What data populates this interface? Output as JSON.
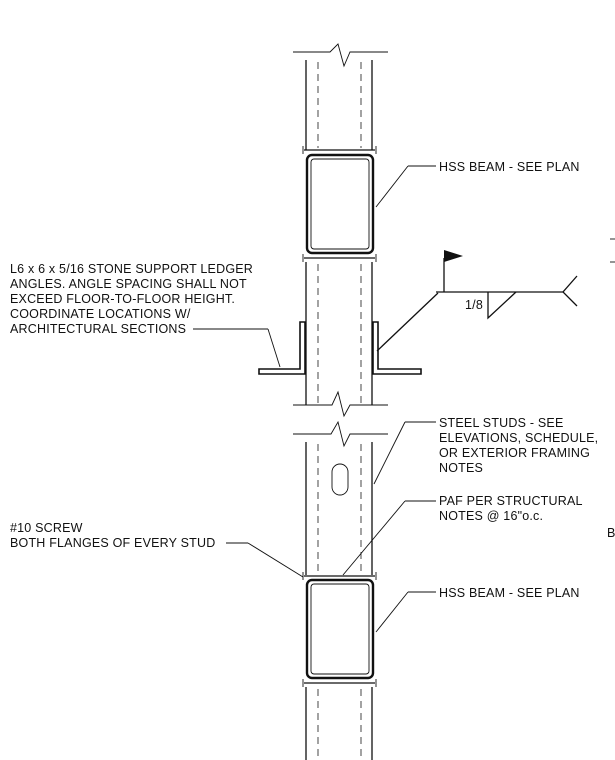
{
  "notes": {
    "hss_beam_top": "HSS BEAM - SEE PLAN",
    "ledger": [
      "L6 x 6 x 5/16 STONE SUPPORT LEDGER",
      "ANGLES.  ANGLE SPACING SHALL NOT",
      "EXCEED FLOOR-TO-FLOOR HEIGHT.",
      "COORDINATE LOCATIONS W/",
      "ARCHITECTURAL SECTIONS"
    ],
    "weld_size": "1/8",
    "steel_studs": [
      "STEEL STUDS - SEE",
      "ELEVATIONS, SCHEDULE,",
      "OR EXTERIOR FRAMING",
      "NOTES"
    ],
    "paf": [
      "PAF PER STRUCTURAL",
      "NOTES @ 16\"o.c."
    ],
    "screw": [
      "#10 SCREW",
      "BOTH FLANGES OF EVERY STUD"
    ],
    "hss_beam_bottom": "HSS BEAM - SEE PLAN",
    "edge_fragment": "B"
  }
}
